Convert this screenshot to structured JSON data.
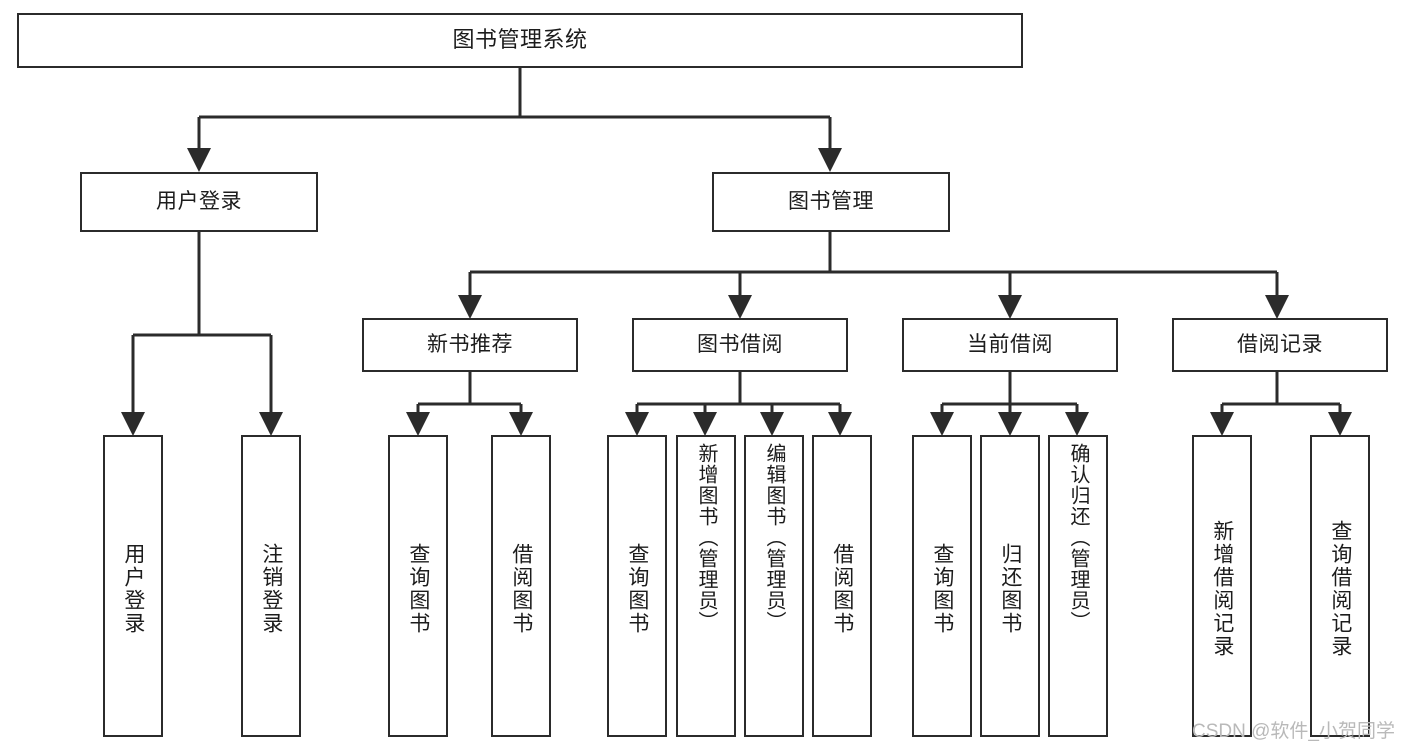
{
  "diagram": {
    "type": "tree-hierarchy",
    "title": "图书管理系统",
    "watermark": "CSDN @软件_小贺同学",
    "colors": {
      "stroke": "#2b2b2b",
      "background": "#ffffff",
      "text": "#1c1c1c",
      "watermark": "#b9b9b9"
    },
    "nodes": {
      "root": {
        "label": "图书管理系统"
      },
      "level1": [
        {
          "id": "user-login",
          "label": "用户登录"
        },
        {
          "id": "book-manage",
          "label": "图书管理"
        }
      ],
      "level2": [
        {
          "id": "new-book-recommend",
          "label": "新书推荐"
        },
        {
          "id": "book-borrow",
          "label": "图书借阅"
        },
        {
          "id": "current-borrow",
          "label": "当前借阅"
        },
        {
          "id": "borrow-record",
          "label": "借阅记录"
        }
      ],
      "leaves": [
        {
          "id": "leaf-user-login",
          "label": "用户登录",
          "parent": "user-login"
        },
        {
          "id": "leaf-user-logout",
          "label": "注销登录",
          "parent": "user-login"
        },
        {
          "id": "leaf-query-book-1",
          "label": "查询图书",
          "parent": "new-book-recommend"
        },
        {
          "id": "leaf-borrow-book-1",
          "label": "借阅图书",
          "parent": "new-book-recommend"
        },
        {
          "id": "leaf-query-book-2",
          "label": "查询图书",
          "parent": "book-borrow"
        },
        {
          "id": "leaf-add-book",
          "label": "新增图书（管理员）",
          "parent": "book-borrow"
        },
        {
          "id": "leaf-edit-book",
          "label": "编辑图书（管理员）",
          "parent": "book-borrow"
        },
        {
          "id": "leaf-borrow-book-2",
          "label": "借阅图书",
          "parent": "book-borrow"
        },
        {
          "id": "leaf-query-book-3",
          "label": "查询图书",
          "parent": "current-borrow"
        },
        {
          "id": "leaf-return-book",
          "label": "归还图书",
          "parent": "current-borrow"
        },
        {
          "id": "leaf-confirm-return",
          "label": "确认归还（管理员）",
          "parent": "current-borrow"
        },
        {
          "id": "leaf-add-record",
          "label": "新增借阅记录",
          "parent": "borrow-record"
        },
        {
          "id": "leaf-query-record",
          "label": "查询借阅记录",
          "parent": "borrow-record"
        }
      ]
    }
  }
}
